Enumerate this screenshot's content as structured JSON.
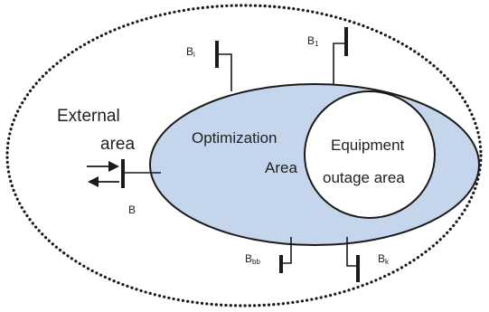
{
  "diagram": {
    "external_area": {
      "line1": "External",
      "line2": "area"
    },
    "optimization_area": {
      "line1": "Optimization",
      "line2": "Area"
    },
    "equipment_outage_area": {
      "line1": "Equipment",
      "line2": "outage area"
    },
    "buses": {
      "top_left": {
        "letter": "B",
        "sub": "i"
      },
      "top_right": {
        "letter": "B",
        "sub": "1"
      },
      "bottom_left": {
        "letter": "B",
        "sub": "bb"
      },
      "bottom_right": {
        "letter": "B",
        "sub": "k"
      },
      "left": {
        "letter": "B",
        "sub": ""
      }
    },
    "colors": {
      "optimization_fill": "#c5d5ec",
      "equipment_fill": "#ffffff",
      "stroke": "#1a1a1a",
      "external_border": "#1a1a1a"
    }
  }
}
